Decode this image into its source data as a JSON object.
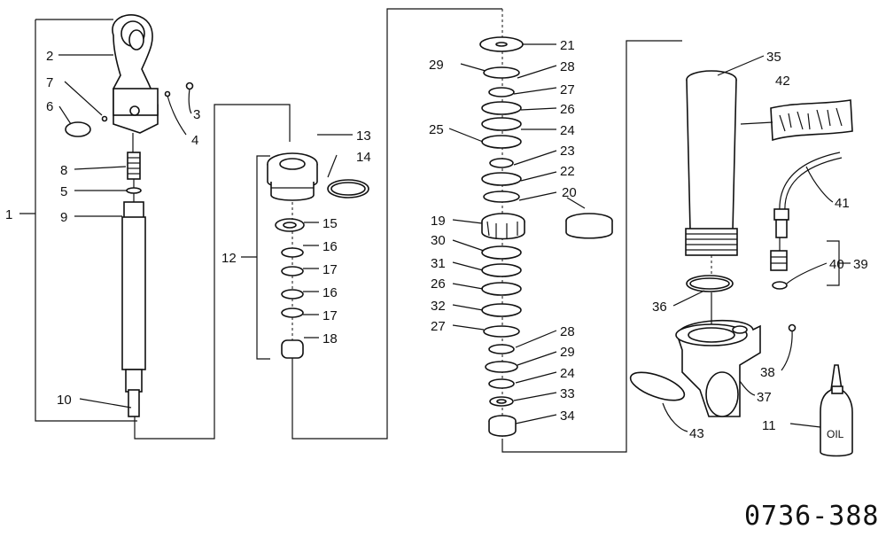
{
  "diagram": {
    "figure_code": "0736-388",
    "oil_bottle_text": "OIL",
    "callouts": [
      {
        "id": "c1",
        "text": "1"
      },
      {
        "id": "c2",
        "text": "2"
      },
      {
        "id": "c3",
        "text": "3"
      },
      {
        "id": "c4",
        "text": "4"
      },
      {
        "id": "c5",
        "text": "5"
      },
      {
        "id": "c6",
        "text": "6"
      },
      {
        "id": "c7",
        "text": "7"
      },
      {
        "id": "c8",
        "text": "8"
      },
      {
        "id": "c9",
        "text": "9"
      },
      {
        "id": "c10",
        "text": "10"
      },
      {
        "id": "c11",
        "text": "11"
      },
      {
        "id": "c12",
        "text": "12"
      },
      {
        "id": "c13",
        "text": "13"
      },
      {
        "id": "c14",
        "text": "14"
      },
      {
        "id": "c15",
        "text": "15"
      },
      {
        "id": "c16a",
        "text": "16"
      },
      {
        "id": "c17a",
        "text": "17"
      },
      {
        "id": "c16b",
        "text": "16"
      },
      {
        "id": "c17b",
        "text": "17"
      },
      {
        "id": "c18",
        "text": "18"
      },
      {
        "id": "c19",
        "text": "19"
      },
      {
        "id": "c20",
        "text": "20"
      },
      {
        "id": "c21",
        "text": "21"
      },
      {
        "id": "c22",
        "text": "22"
      },
      {
        "id": "c23",
        "text": "23"
      },
      {
        "id": "c24a",
        "text": "24"
      },
      {
        "id": "c25",
        "text": "25"
      },
      {
        "id": "c26a",
        "text": "26"
      },
      {
        "id": "c27a",
        "text": "27"
      },
      {
        "id": "c28a",
        "text": "28"
      },
      {
        "id": "c29a",
        "text": "29"
      },
      {
        "id": "c30",
        "text": "30"
      },
      {
        "id": "c31",
        "text": "31"
      },
      {
        "id": "c26b",
        "text": "26"
      },
      {
        "id": "c32",
        "text": "32"
      },
      {
        "id": "c27b",
        "text": "27"
      },
      {
        "id": "c28b",
        "text": "28"
      },
      {
        "id": "c29b",
        "text": "29"
      },
      {
        "id": "c24b",
        "text": "24"
      },
      {
        "id": "c33",
        "text": "33"
      },
      {
        "id": "c34",
        "text": "34"
      },
      {
        "id": "c35",
        "text": "35"
      },
      {
        "id": "c36",
        "text": "36"
      },
      {
        "id": "c37",
        "text": "37"
      },
      {
        "id": "c38",
        "text": "38"
      },
      {
        "id": "c39",
        "text": "39"
      },
      {
        "id": "c40",
        "text": "40"
      },
      {
        "id": "c41",
        "text": "41"
      },
      {
        "id": "c42",
        "text": "42"
      },
      {
        "id": "c43",
        "text": "43"
      }
    ]
  }
}
